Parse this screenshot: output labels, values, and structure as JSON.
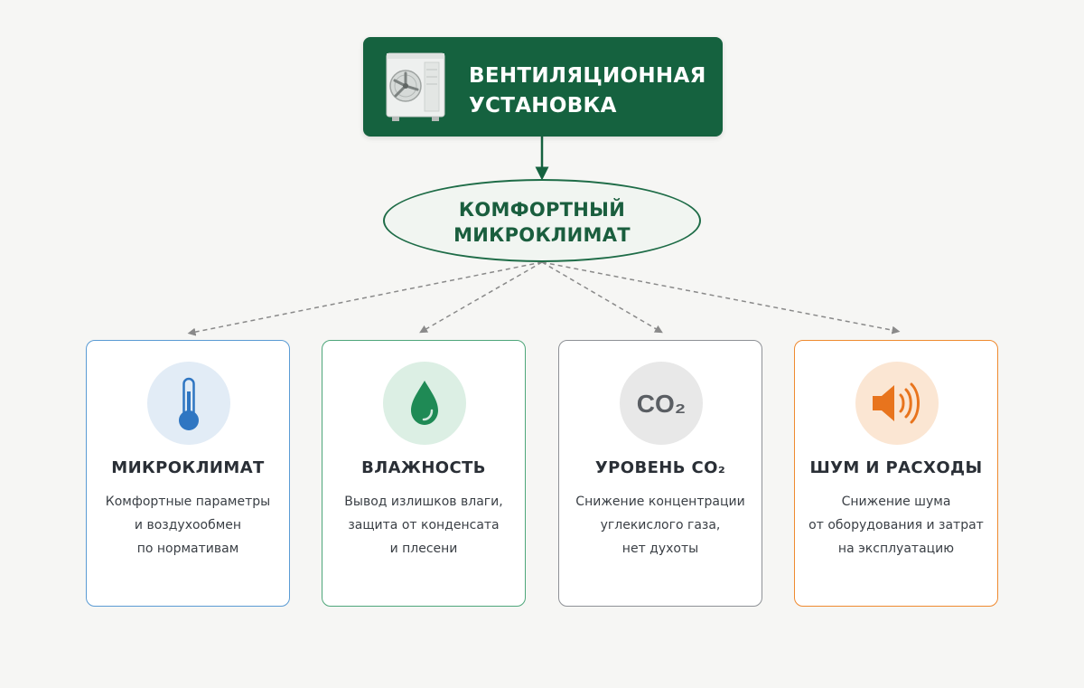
{
  "top": {
    "title_line1": "ВЕНТИЛЯЦИОННАЯ",
    "title_line2": "УСТАНОВКА"
  },
  "center": {
    "title_line1": "КОМФОРТНЫЙ",
    "title_line2": "МИКРОКЛИМАТ"
  },
  "cards": [
    {
      "title": "МИКРОКЛИМАТ",
      "desc": [
        "Комфортные параметры",
        "и воздухообмен",
        "по нормативам"
      ],
      "icon": "thermometer-icon",
      "border": "#5a9bd4",
      "icon_bg": "#e2ecf6",
      "accent": "#2f76c2"
    },
    {
      "title": "ВЛАЖНОСТЬ",
      "desc": [
        "Вывод излишков влаги,",
        "защита от конденсата",
        "и плесени"
      ],
      "icon": "water-drop-icon",
      "border": "#4ea67a",
      "icon_bg": "#dcefe4",
      "accent": "#1f8a55"
    },
    {
      "title": "УРОВЕНЬ CO₂",
      "desc": [
        "Снижение концентрации",
        "углекислого газа,",
        "нет духоты"
      ],
      "icon": "co2-icon",
      "icon_text": "CO₂",
      "border": "#8e9196",
      "icon_bg": "#e8e8e8",
      "accent": "#5a5e63"
    },
    {
      "title": "ШУМ И РАСХОДЫ",
      "desc": [
        "Снижение шума",
        "от оборудования и затрат",
        "на эксплуатацию"
      ],
      "icon": "speaker-icon",
      "border": "#ef8a2f",
      "icon_bg": "#fbe6d3",
      "accent": "#e8741d"
    }
  ],
  "colors": {
    "top_box": "#15623f",
    "center_border": "#1e6c47",
    "connector": "#8a8a8a"
  }
}
